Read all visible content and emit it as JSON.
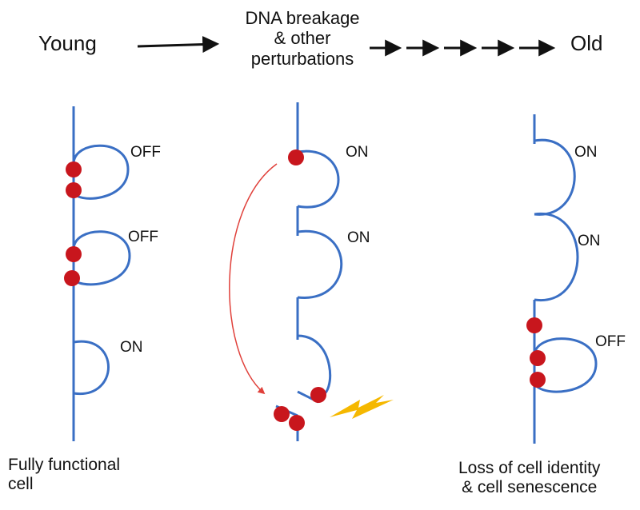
{
  "header": {
    "young": "Young",
    "event_line1": "DNA breakage",
    "event_line2": "& other",
    "event_line3": "perturbations",
    "old": "Old"
  },
  "young_cell": {
    "states": [
      "OFF",
      "OFF",
      "ON"
    ],
    "caption_line1": "Fully functional",
    "caption_line2": "cell"
  },
  "damaged_cell": {
    "states": [
      "ON",
      "ON"
    ]
  },
  "old_cell": {
    "states": [
      "ON",
      "ON",
      "OFF"
    ],
    "caption_line1": "Loss of cell identity",
    "caption_line2": "& cell senescence"
  },
  "colors": {
    "chromatin": "#3a6fc4",
    "protein": "#c8161d",
    "relocation_arrow": "#e0403a",
    "lightning": "#f5b800",
    "text": "#111111"
  },
  "icons": {
    "damage": "lightning-bolt-icon"
  }
}
